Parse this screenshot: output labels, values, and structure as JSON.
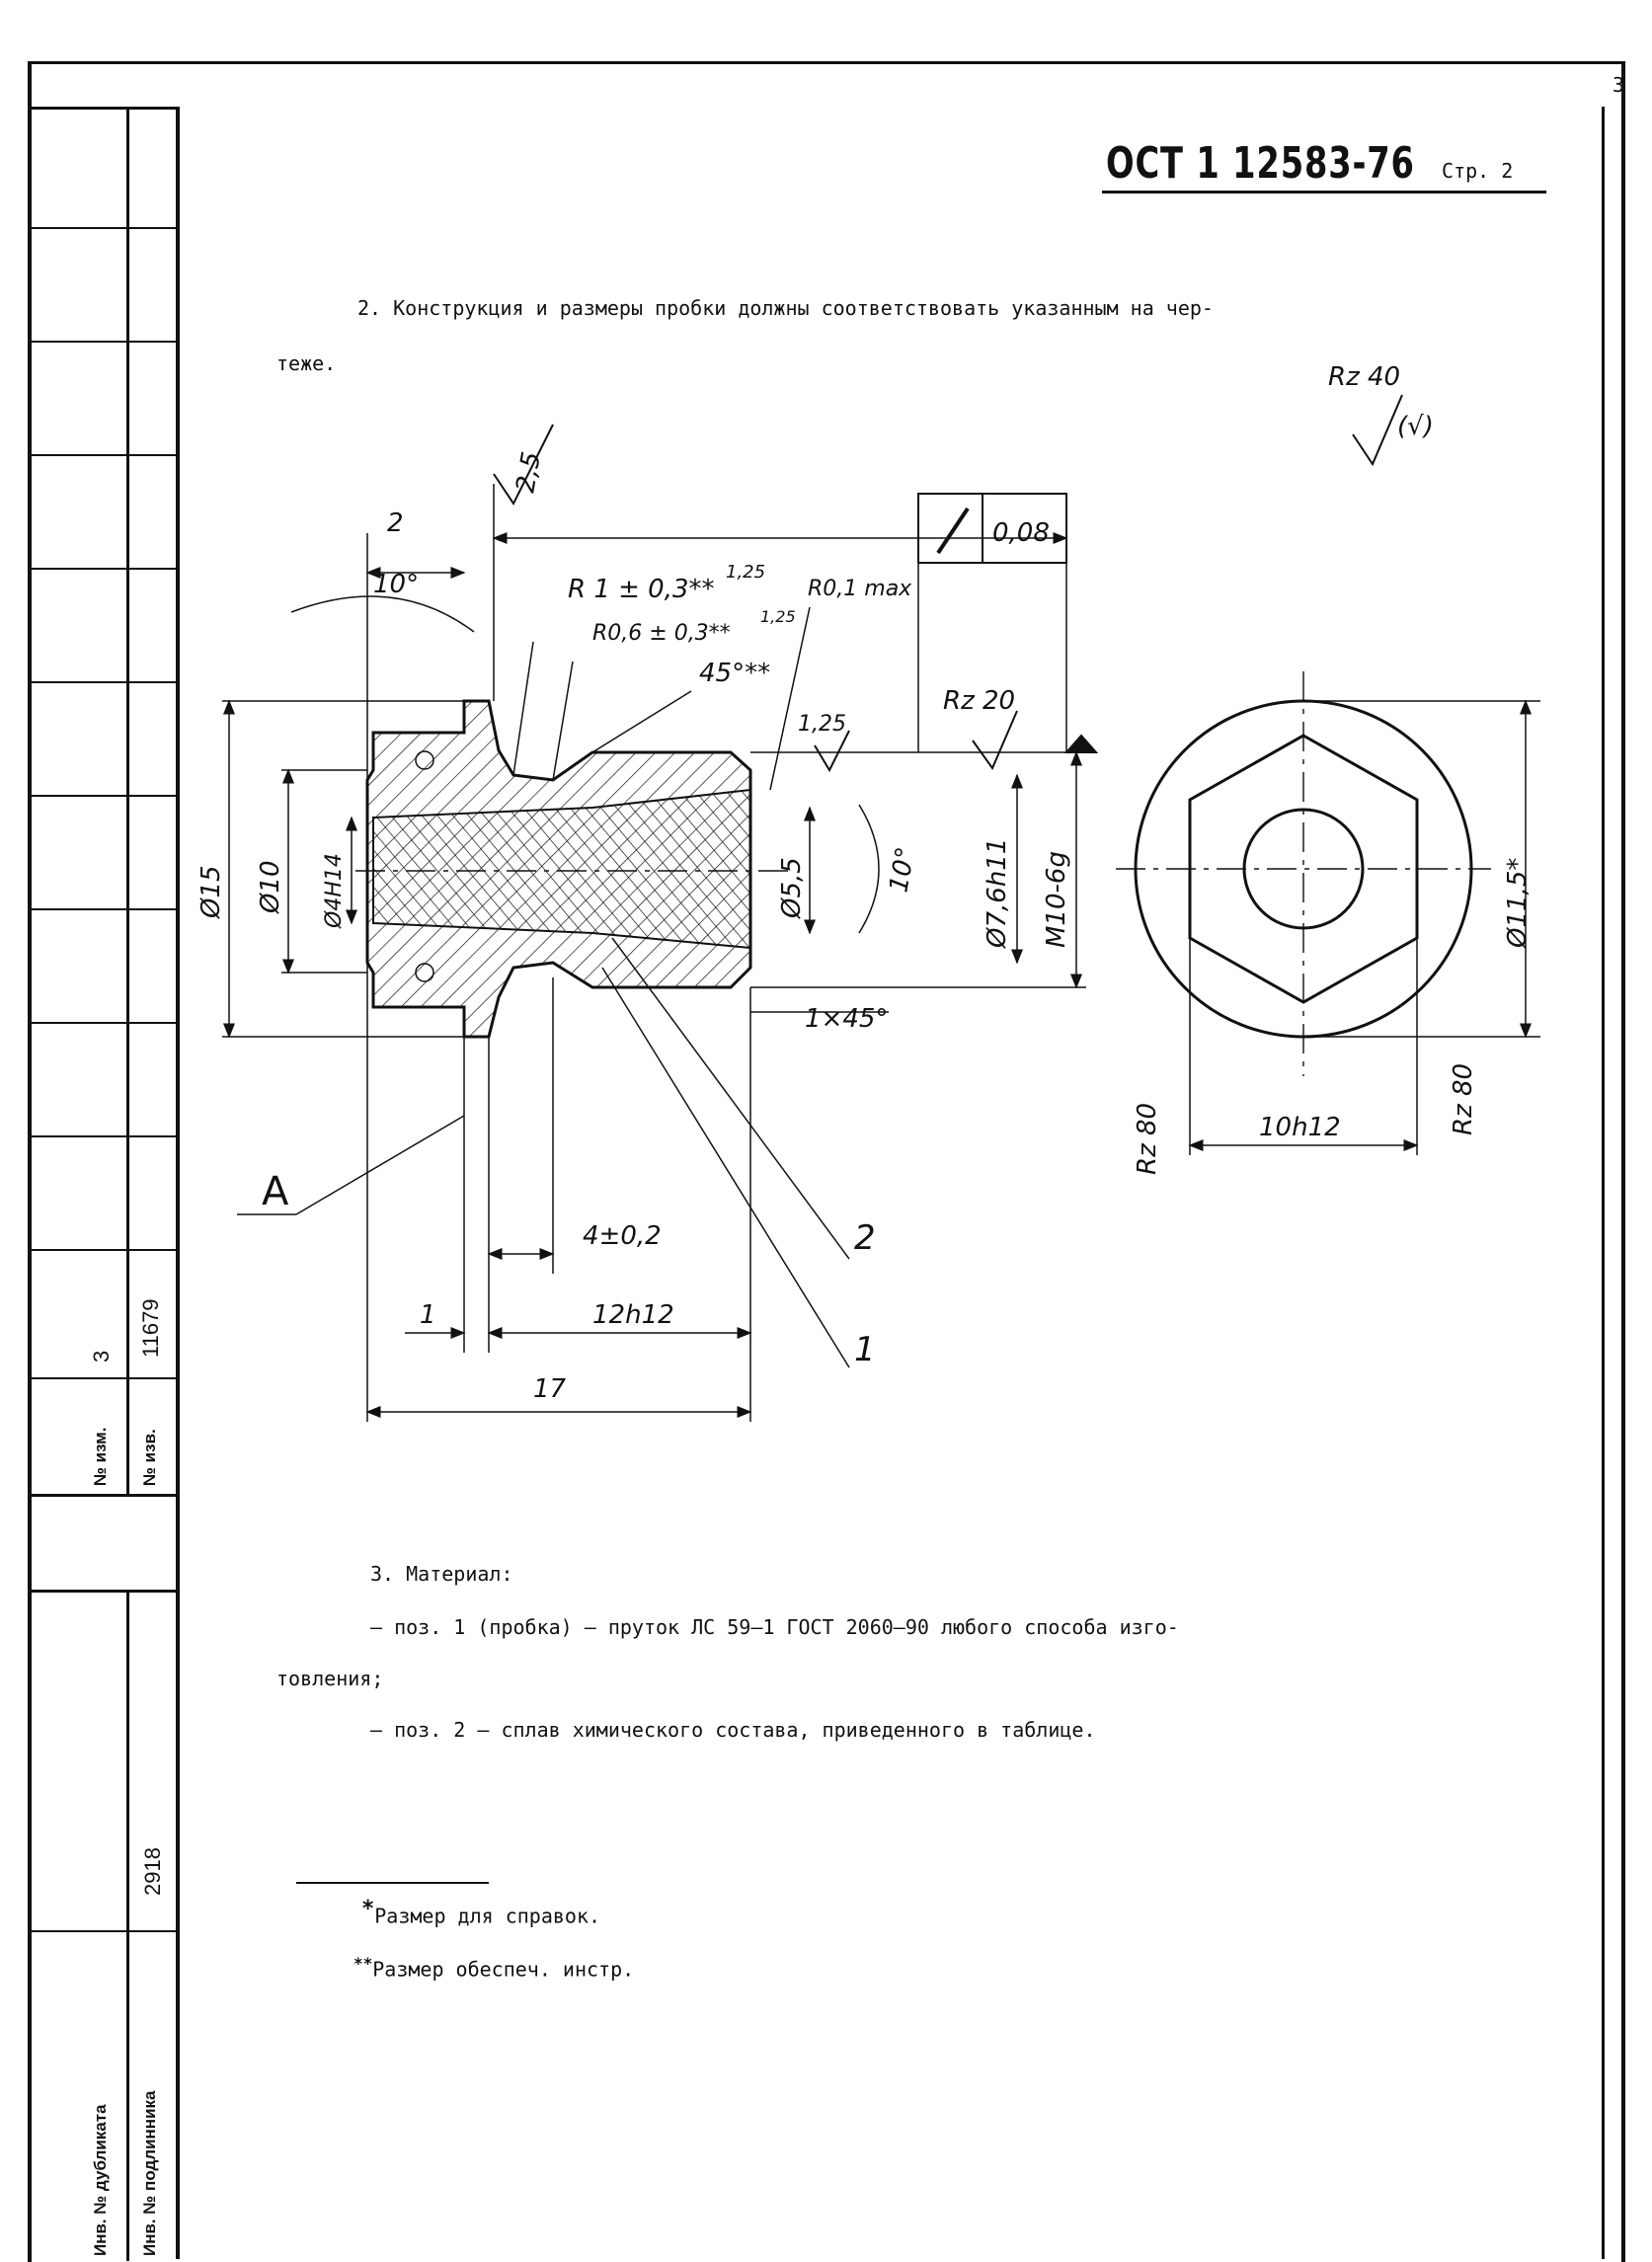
{
  "sheet_number": "3",
  "header": {
    "standard_code": "ОСТ 1 12583-76",
    "page_label": "Стр. 2"
  },
  "paragraph2": {
    "line1": "2. Конструкция и размеры пробки должны соответствовать указанным на чер-",
    "line2": "теже."
  },
  "drawing_labels": {
    "rz40": "Rz 40",
    "rz40_alt": "(√)",
    "dim_2_5": "2,5",
    "dim_2": "2",
    "angle_10": "10°",
    "flat_tol": "0,08",
    "r1": "R 1 ± 0,3**",
    "r1_rough": "1,25",
    "r01": "R0,1 max",
    "r06": "R0,6 ± 0,3**",
    "r06_rough": "1,25",
    "chamfer45": "45°**",
    "rough125": "1,25",
    "rz20": "Rz 20",
    "d15": "Ø15",
    "d10": "Ø10",
    "d4": "Ø4H14",
    "d55": "Ø5,5",
    "angle_10b": "10°",
    "d76": "Ø7,6h11",
    "m10": "M10-6g",
    "chamfer1": "1×45°",
    "d115": "Ø11,5*",
    "hex": "10h12",
    "rz80a": "Rz 80",
    "rz80b": "Rz 80",
    "view_a": "А",
    "dim_4": "4±0,2",
    "pos2": "2",
    "dim_1": "1",
    "dim_12": "12h12",
    "pos1": "1",
    "dim_17": "17"
  },
  "paragraph3": {
    "title": "3. Материал:",
    "item1_line1": "– поз. 1 (пробка) – пруток ЛС 59–1 ГОСТ 2060–90 любого способа изго-",
    "item1_line2": "товления;",
    "item2": "– поз. 2 – сплав химического состава, приведенного в таблице."
  },
  "footnotes": {
    "f1_mark": "*",
    "f1_text": "Размер для справок.",
    "f2_mark": "**",
    "f2_text": "Размер обеспеч. инстр."
  },
  "side_strip": {
    "change_no": "3",
    "doc_no": "11679",
    "label_change": "№ изм.",
    "label_doc": "№ изв.",
    "inv_no": "2918",
    "label_dup": "Инв. № дубликата",
    "label_orig": "Инв. № подлинника"
  }
}
